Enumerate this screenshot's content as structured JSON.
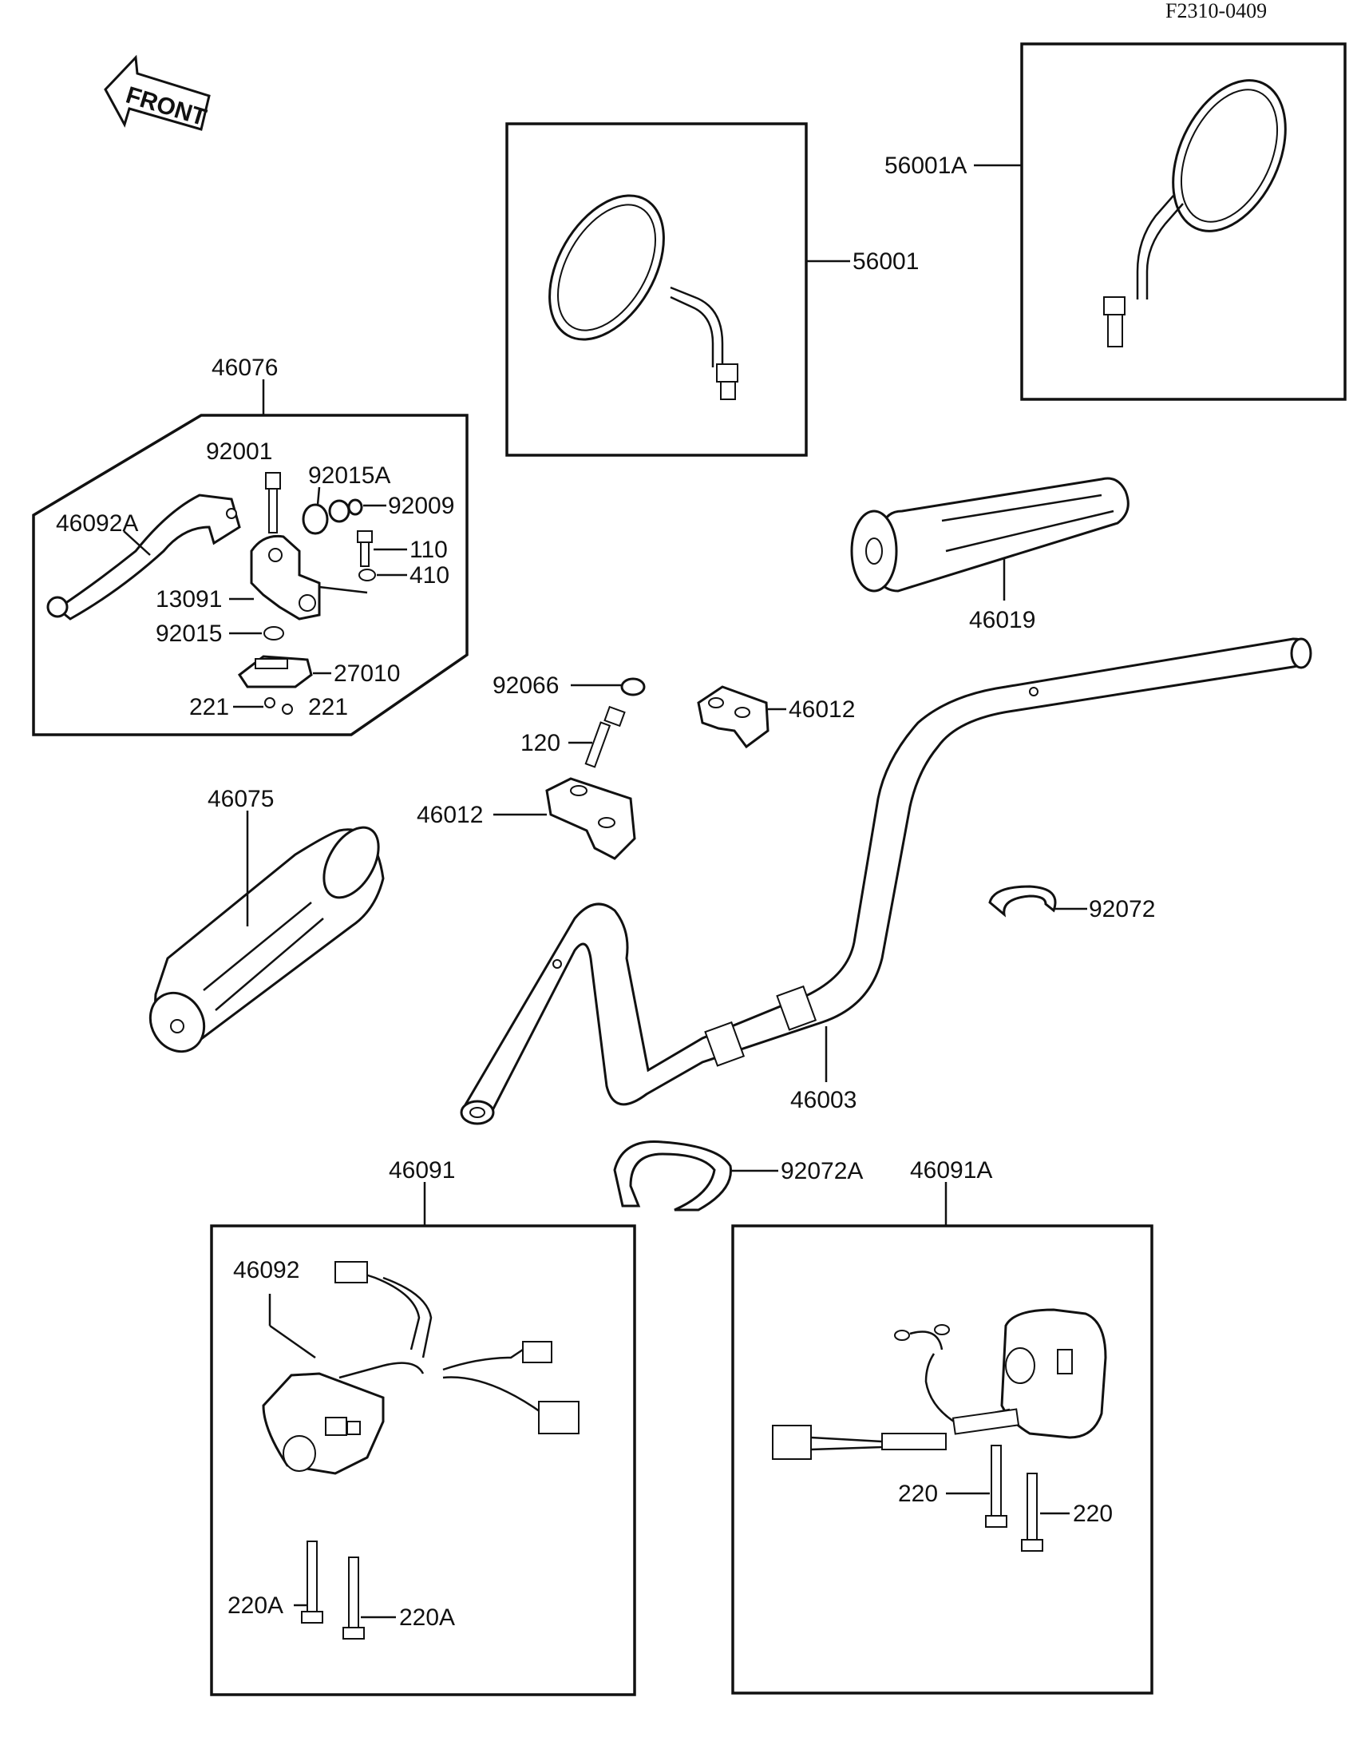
{
  "figure_code": "F2310-0409",
  "front_label": "FRONT",
  "labels": {
    "p56001": "56001",
    "p56001A": "56001A",
    "p46076": "46076",
    "p92001": "92001",
    "p92015A": "92015A",
    "p92009": "92009",
    "p46092A": "46092A",
    "p110": "110",
    "p410": "410",
    "p13091": "13091",
    "p92015": "92015",
    "p27010": "27010",
    "p221a": "221",
    "p221b": "221",
    "p46019": "46019",
    "p92066": "92066",
    "p46012a": "46012",
    "p120": "120",
    "p46012b": "46012",
    "p46075": "46075",
    "p92072": "92072",
    "p46003": "46003",
    "p92072A": "92072A",
    "p46091": "46091",
    "p46091A": "46091A",
    "p46092": "46092",
    "p220a": "220",
    "p220b": "220",
    "p220Aa": "220A",
    "p220Ab": "220A"
  }
}
